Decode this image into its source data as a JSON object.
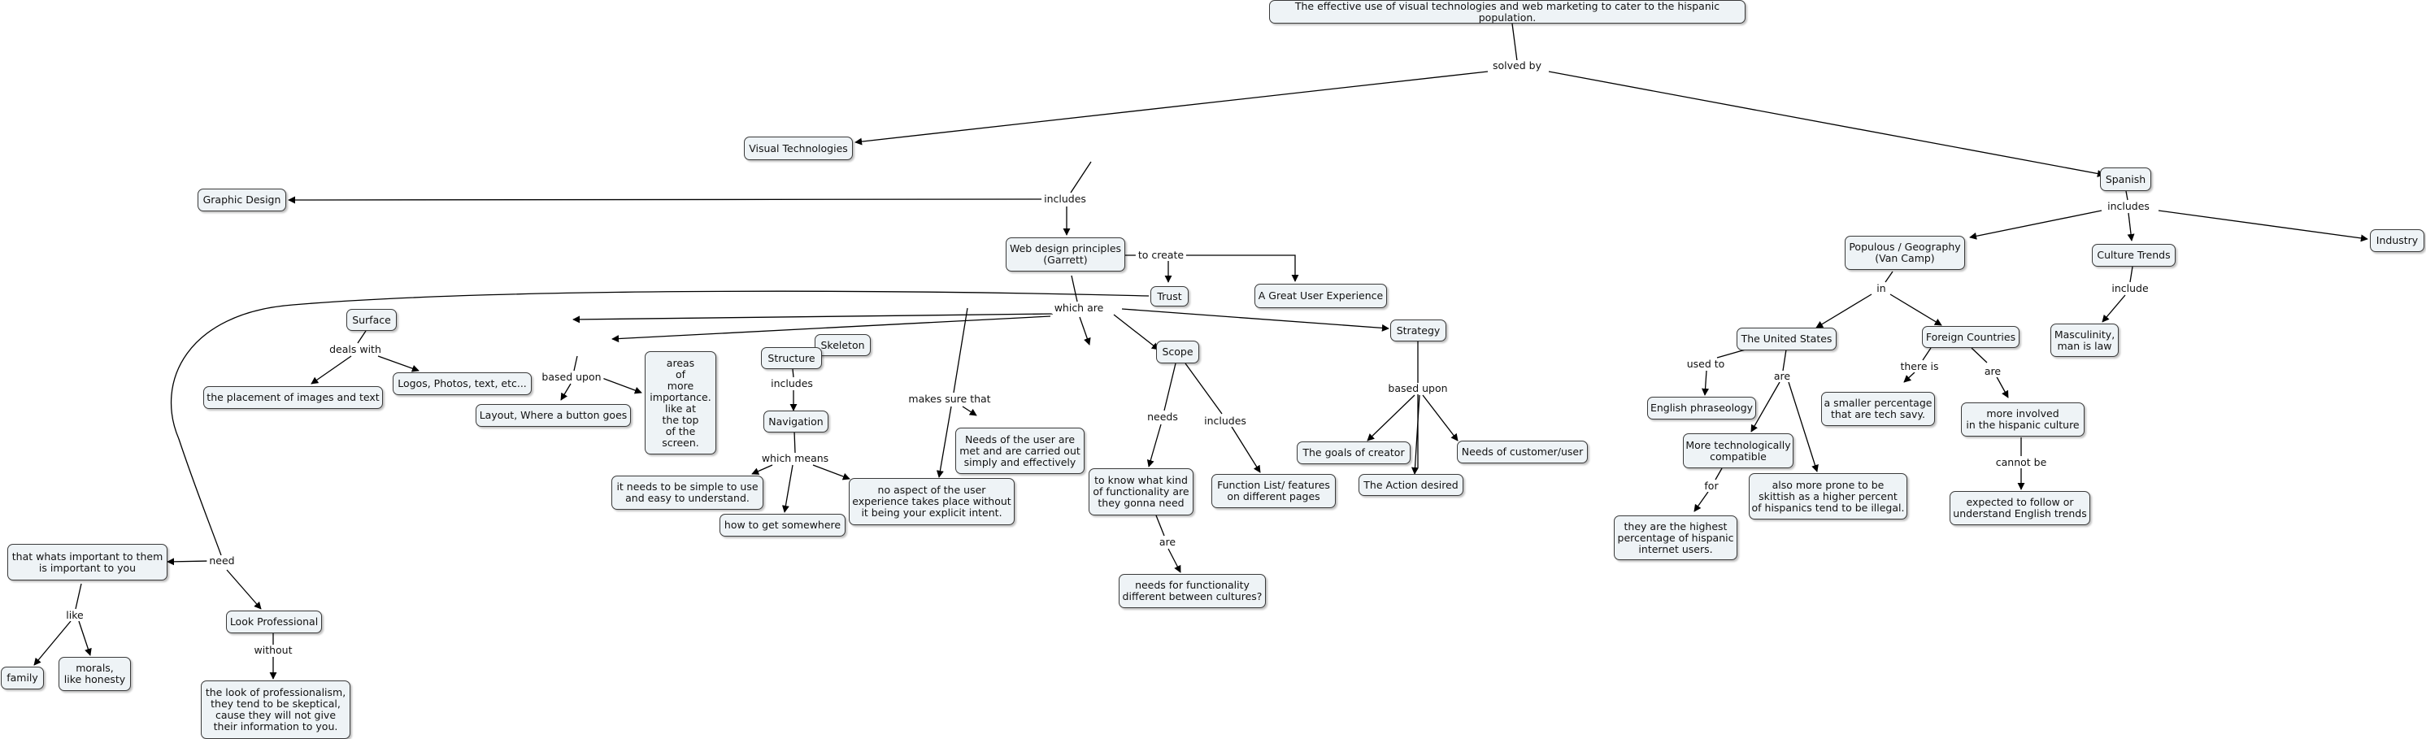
{
  "nodes": {
    "root": "The effective use of visual technologies and web marketing to cater to the hispanic population.",
    "visual_technologies": "Visual Technologies",
    "spanish": "Spanish",
    "graphic_design": "Graphic Design",
    "web_design_principles": "Web design principles\n(Garrett)",
    "trust": "Trust",
    "great_user_experience": "A Great User Experience",
    "surface": "Surface",
    "skeleton": "Skeleton",
    "structure": "Structure",
    "scope": "Scope",
    "strategy": "Strategy",
    "placement_images": "the placement of images and text",
    "logos_photos": "Logos, Photos, text, etc...",
    "layout_button": "Layout, Where a button goes",
    "areas_importance": "areas\nof\nmore\nimportance.\nlike at\nthe top\nof the\nscreen.",
    "navigation": "Navigation",
    "simple_easy": "it needs to be simple to use\nand easy to understand.",
    "how_to_get": "how to get somewhere",
    "no_aspect": "no aspect of the user\nexperience takes place without\nit being your explicit intent.",
    "needs_user_met": "Needs of the user are\nmet and are carried out\nsimply and effectively",
    "know_functionality": "to know what kind\nof functionality are\nthey gonna need",
    "function_list": "Function List/ features\non different pages",
    "needs_cultures": "needs for functionality\ndifferent between cultures?",
    "goals_creator": "The goals of creator",
    "needs_customer": "Needs of customer/user",
    "action_desired": "The Action desired",
    "whats_important": "that whats important to them\nis important to you",
    "look_professional": "Look Professional",
    "family": "family",
    "morals": "morals,\nlike honesty",
    "look_professionalism": "the look of professionalism,\nthey tend to be skeptical,\ncause they will not give\ntheir information to you.",
    "populous_geography": "Populous / Geography\n(Van Camp)",
    "culture_trends": "Culture Trends",
    "industry": "Industry",
    "masculinity": "Masculinity,\nman is law",
    "united_states": "The United States",
    "foreign_countries": "Foreign Countries",
    "english_phraseology": "English phraseology",
    "more_tech": "More technologically\ncompatible",
    "highest_percentage": "they are the highest\npercentage of hispanic\ninternet users.",
    "skittish": "also more prone to be\nskittish as a higher percent\nof hispanics tend to be illegal.",
    "smaller_percentage": "a smaller percentage\nthat are tech savy.",
    "more_involved": "more involved\nin the hispanic culture",
    "expected_follow": "expected to follow or\nunderstand English trends"
  },
  "links": {
    "solved_by": "solved by",
    "includes_vt": "includes",
    "to_create": "to create",
    "which_are": "which are",
    "deals_with": "deals with",
    "based_upon_skel": "based upon",
    "includes_struct": "includes",
    "which_means": "which means",
    "makes_sure_that": "makes sure that",
    "needs_scope": "needs",
    "includes_scope": "includes",
    "are_scope": "are",
    "based_upon_strat": "based upon",
    "need_trust": "need",
    "like_need": "like",
    "without_look": "without",
    "includes_spanish": "includes",
    "in_pop": "in",
    "include_culture": "include",
    "used_to": "used to",
    "are_us": "are",
    "for_tech": "for",
    "there_is": "there is",
    "are_foreign": "are",
    "cannot_be": "cannot be"
  }
}
